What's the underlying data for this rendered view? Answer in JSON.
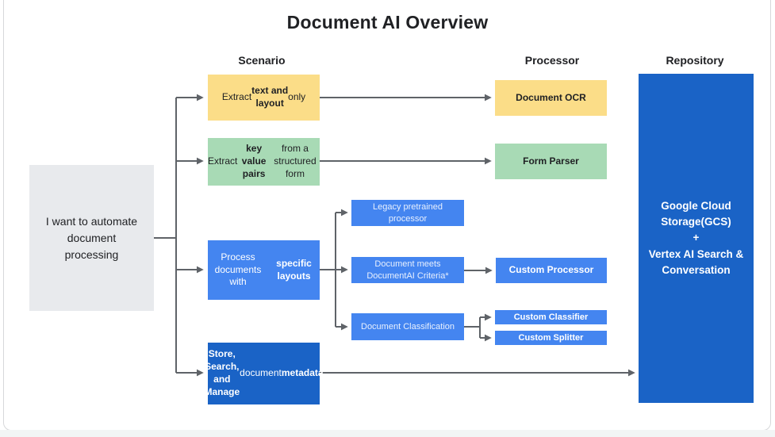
{
  "title": "Document AI Overview",
  "columns": {
    "scenario": "Scenario",
    "processor": "Processor",
    "repository": "Repository"
  },
  "intent": {
    "label": "I want to automate\ndocument\nprocessing"
  },
  "scenarios": {
    "extract_text_layout": {
      "parts": [
        {
          "t": "Extract ",
          "b": false
        },
        {
          "t": "text and\nlayout",
          "b": true
        },
        {
          "t": " only",
          "b": false
        }
      ]
    },
    "extract_key_value": {
      "parts": [
        {
          "t": "Extract ",
          "b": false
        },
        {
          "t": "key value\npairs",
          "b": true
        },
        {
          "t": " from a\nstructured form",
          "b": false
        }
      ]
    },
    "specific_layouts": {
      "parts": [
        {
          "t": "Process documents\nwith ",
          "b": false
        },
        {
          "t": "specific layouts",
          "b": true
        }
      ]
    },
    "store_search_manage": {
      "parts": [
        {
          "t": "Store, Search, and\nManage",
          "b": true
        },
        {
          "t": " document\n",
          "b": false
        },
        {
          "t": "metadata",
          "b": true
        }
      ]
    }
  },
  "processors": {
    "document_ocr": "Document OCR",
    "form_parser": "Form Parser",
    "legacy_pretrained": "Legacy pretrained\nprocessor",
    "docai_criteria": "Document meets\nDocumentAI Criteria*",
    "doc_classification": "Document Classification",
    "custom_processor": "Custom Processor",
    "custom_classifier": "Custom Classifier",
    "custom_splitter": "Custom Splitter"
  },
  "repository": {
    "label": "Google Cloud\nStorage(GCS)\n+\nVertex AI Search &\nConversation"
  },
  "colors": {
    "yellow": "#FBDD88",
    "green": "#A8DAB5",
    "blue": "#4485F0",
    "dark_blue": "#1A63C6",
    "gray_box": "#E8EAED",
    "connector": "#5F6368"
  }
}
